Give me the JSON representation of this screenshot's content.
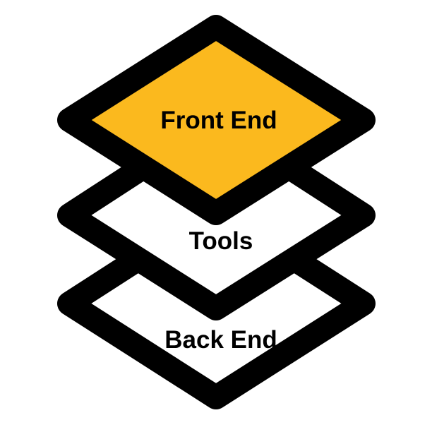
{
  "layers": [
    {
      "label": "Front End",
      "fill": "#FBB91E"
    },
    {
      "label": "Tools",
      "fill": "#FFFFFF"
    },
    {
      "label": "Back End",
      "fill": "#FFFFFF"
    }
  ],
  "colors": {
    "outline": "#000000",
    "background": "#FFFFFF"
  }
}
